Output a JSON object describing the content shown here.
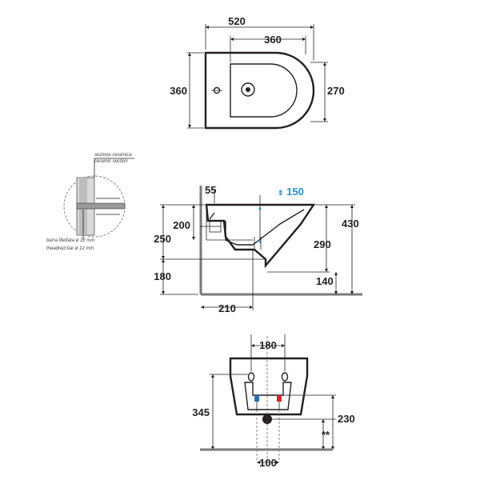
{
  "top_view": {
    "dims": [
      "520",
      "360",
      "360",
      "270"
    ]
  },
  "side_view": {
    "dims": [
      "55",
      "150",
      "200",
      "250",
      "180",
      "210",
      "430",
      "290",
      "140"
    ]
  },
  "detail": {
    "label_it_1": "sezione ceramica",
    "label_en_1": "ceramic section",
    "label_it_2": "barra filettata ø 12 mm",
    "label_en_2": "theadred bar ø 12 mm"
  },
  "rear_view": {
    "dims": [
      "180",
      "345",
      "230",
      "**",
      "100"
    ]
  },
  "colors": {
    "line": "#231f20",
    "accent": "#2a8fc6",
    "floor": "#7a7a7a",
    "hot": "#d2262f",
    "cold": "#2a6fb5"
  }
}
